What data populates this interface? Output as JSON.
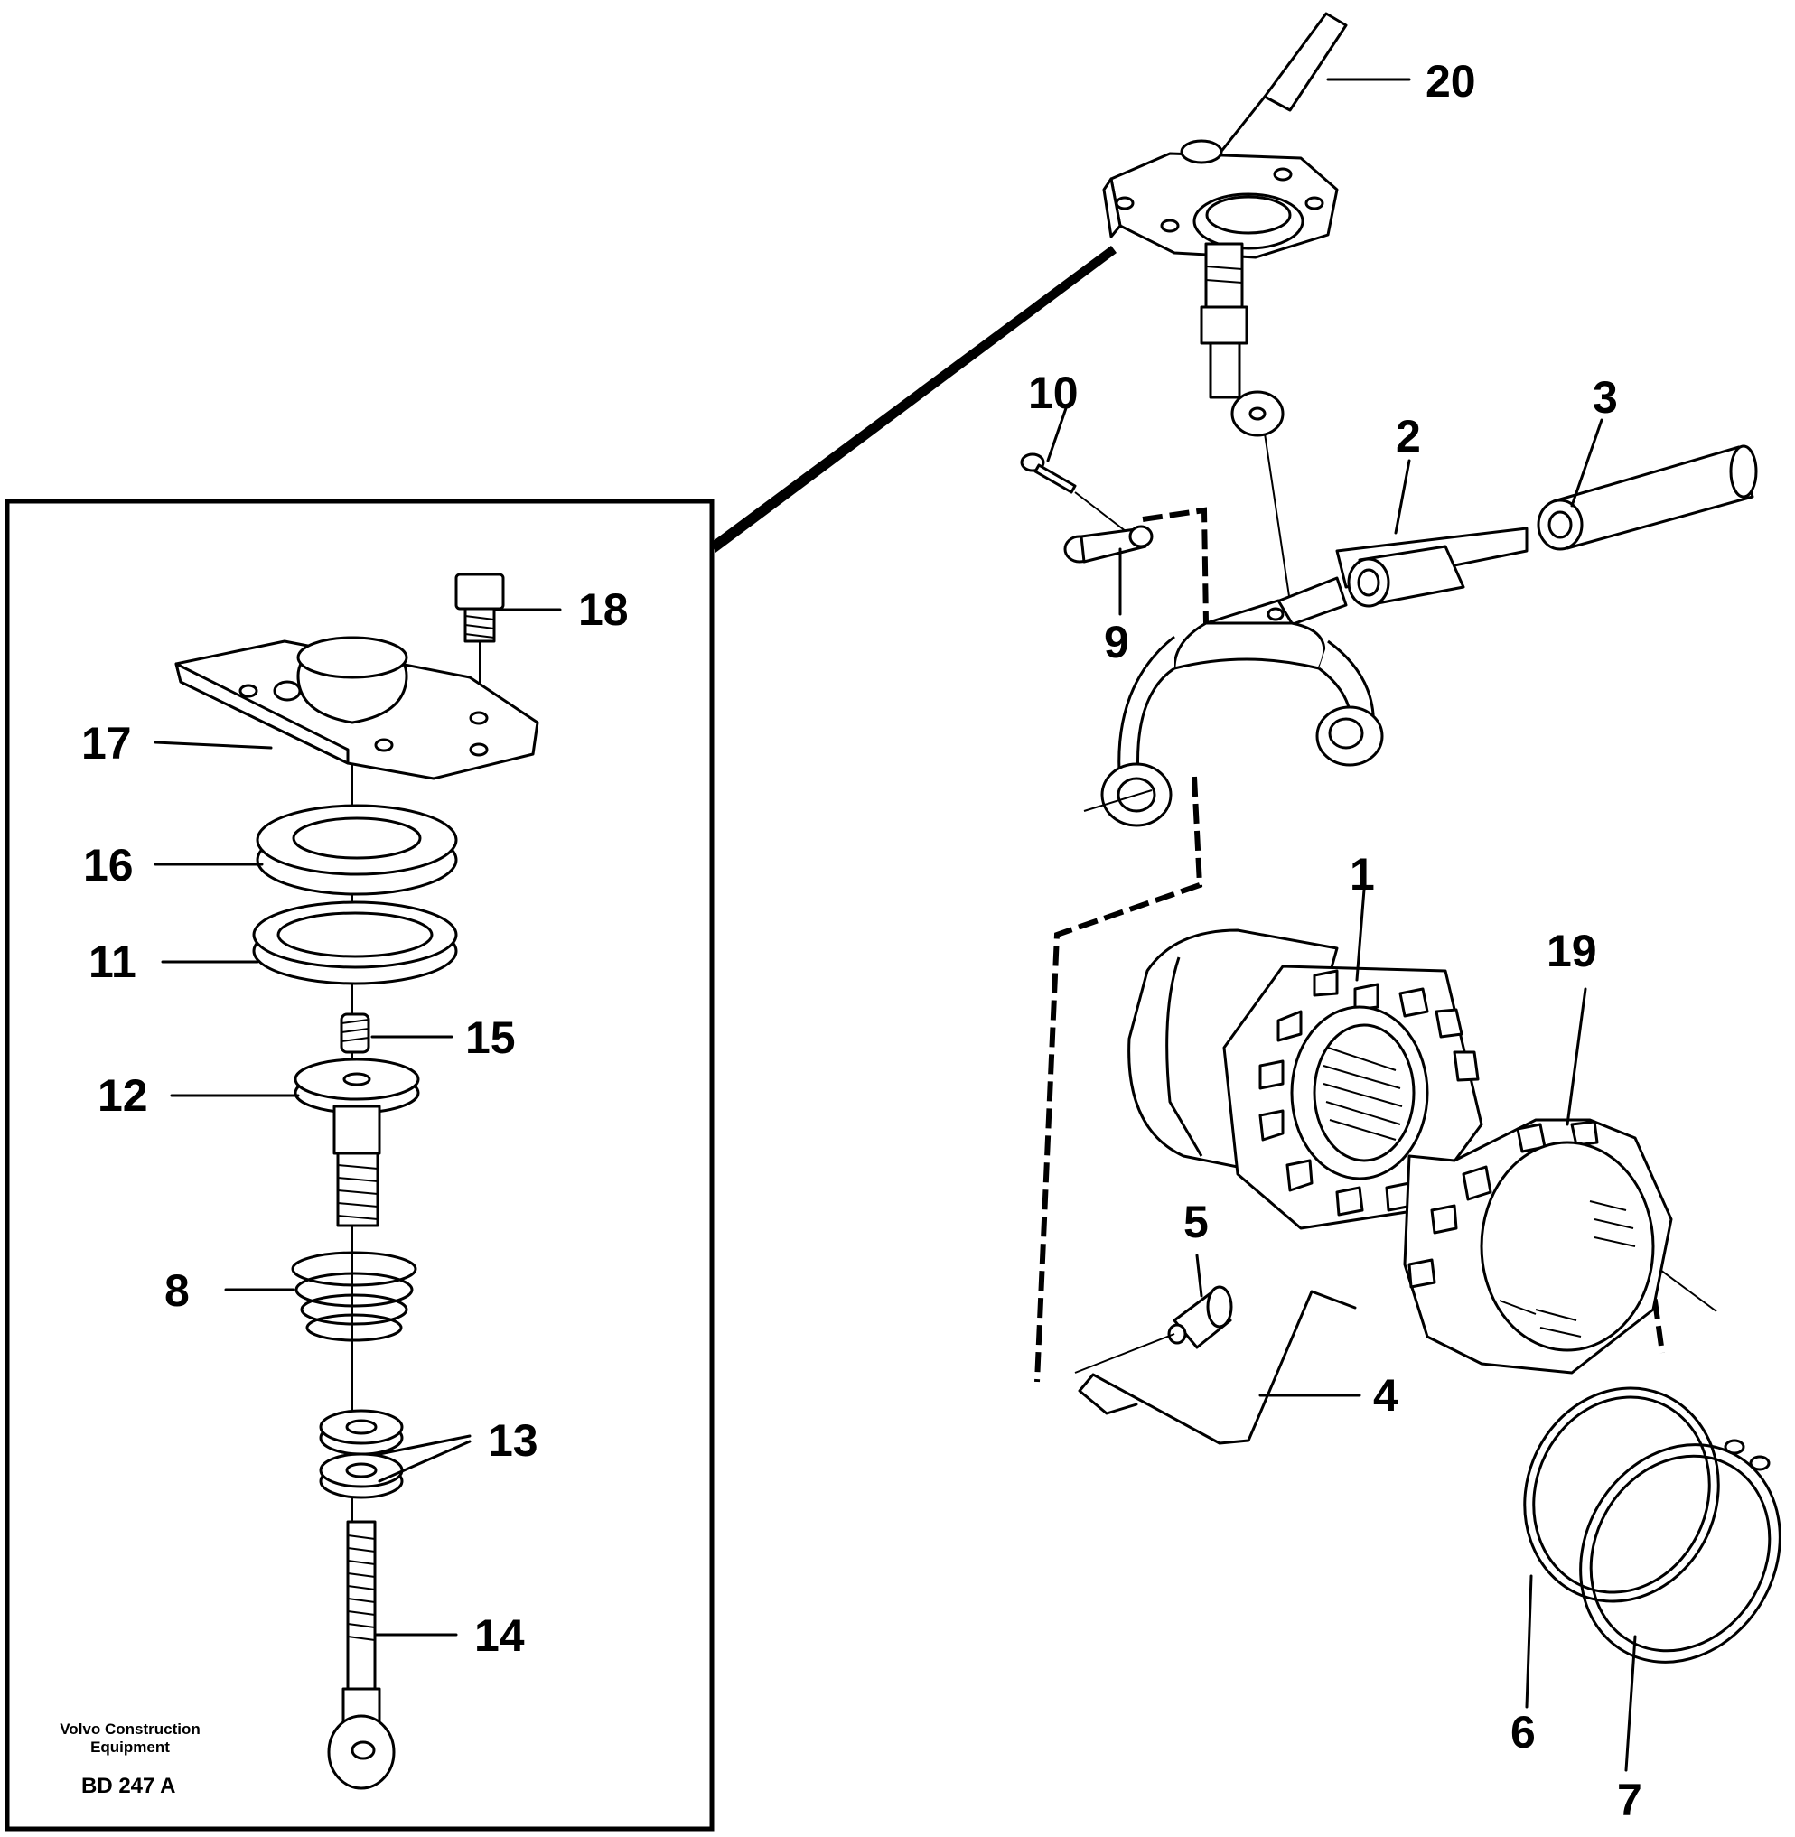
{
  "labels": {
    "p1": "1",
    "p2": "2",
    "p3": "3",
    "p4": "4",
    "p5": "5",
    "p6": "6",
    "p7": "7",
    "p8": "8",
    "p9": "9",
    "p10": "10",
    "p11": "11",
    "p12": "12",
    "p13": "13",
    "p14": "14",
    "p15": "15",
    "p16": "16",
    "p17": "17",
    "p18": "18",
    "p19": "19",
    "p20": "20"
  },
  "footer": {
    "maker_line1": "Volvo Construction",
    "maker_line2": "Equipment",
    "drawing_code": "BD 247 A"
  }
}
